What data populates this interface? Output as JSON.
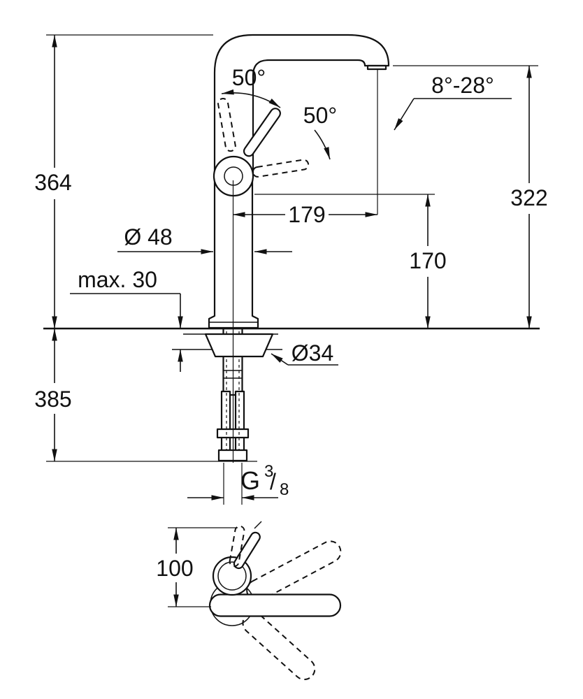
{
  "drawing": {
    "kind": "faucet-installation-dimension-drawing",
    "colors": {
      "line": "#111111",
      "background": "#ffffff"
    },
    "dimensions": {
      "total_height": "364",
      "below_deck": "385",
      "deck_max": "max. 30",
      "body_diameter": "Ø 48",
      "handle_angle_left": "50°",
      "handle_angle_right": "50°",
      "spout_angle_range": "8°-28°",
      "outlet_height": "322",
      "spout_reach": "179",
      "outlet_clearance": "170",
      "escutcheon_diameter": "Ø34",
      "thread_prefix": "G",
      "thread_numerator": "3",
      "thread_slash": "/",
      "thread_denominator": "8",
      "top_view_depth": "100"
    }
  }
}
